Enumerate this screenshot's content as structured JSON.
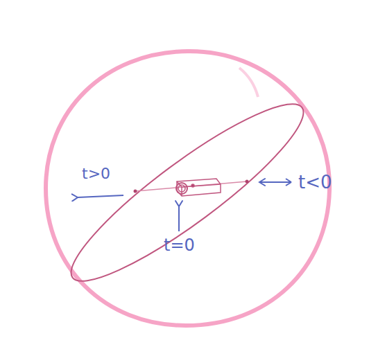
{
  "diagram": {
    "labels": [
      "t>0",
      "t<0",
      "t=0"
    ]
  }
}
